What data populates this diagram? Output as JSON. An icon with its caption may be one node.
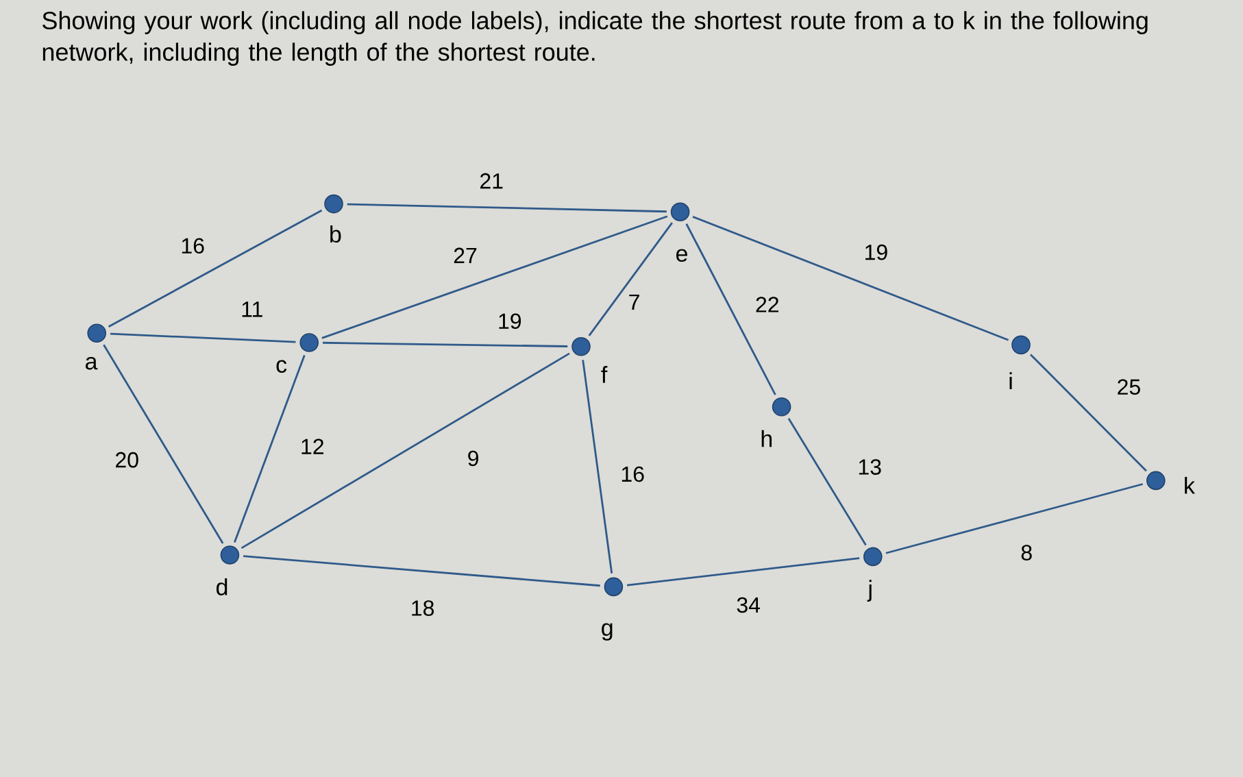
{
  "diagram": {
    "title": "Showing your work (including all node labels), indicate the shortest route from a to k in the following network, including the length of the shortest route.",
    "nodes": [
      {
        "text": [],
        "shape": "circle",
        "beside": [
          "a"
        ]
      },
      {
        "text": [],
        "shape": "circle",
        "beside": [
          "b"
        ]
      },
      {
        "text": [],
        "shape": "circle",
        "beside": [
          "c"
        ]
      },
      {
        "text": [],
        "shape": "circle",
        "beside": [
          "d"
        ]
      },
      {
        "text": [],
        "shape": "circle",
        "beside": [
          "e"
        ]
      },
      {
        "text": [],
        "shape": "circle",
        "beside": [
          "f"
        ]
      },
      {
        "text": [],
        "shape": "circle",
        "beside": [
          "g"
        ]
      },
      {
        "text": [],
        "shape": "circle",
        "beside": [
          "h"
        ]
      },
      {
        "text": [],
        "shape": "circle",
        "beside": [
          "i"
        ]
      },
      {
        "text": [],
        "shape": "circle",
        "beside": [
          "j"
        ]
      },
      {
        "text": [],
        "shape": "circle",
        "beside": [
          "k"
        ]
      }
    ],
    "edges": [
      {
        "from": 0,
        "to": 1,
        "arrow": "none",
        "label": "16"
      },
      {
        "from": 0,
        "to": 2,
        "arrow": "none",
        "label": "11"
      },
      {
        "from": 0,
        "to": 3,
        "arrow": "none",
        "label": "20"
      },
      {
        "from": 1,
        "to": 4,
        "arrow": "none",
        "label": "21"
      },
      {
        "from": 2,
        "to": 4,
        "arrow": "none",
        "label": "27"
      },
      {
        "from": 2,
        "to": 5,
        "arrow": "none",
        "label": "19"
      },
      {
        "from": 2,
        "to": 3,
        "arrow": "none",
        "label": "12"
      },
      {
        "from": 3,
        "to": 5,
        "arrow": "none",
        "label": "9"
      },
      {
        "from": 3,
        "to": 6,
        "arrow": "none",
        "label": "18"
      },
      {
        "from": 4,
        "to": 5,
        "arrow": "none",
        "label": "7"
      },
      {
        "from": 4,
        "to": 7,
        "arrow": "none",
        "label": "22"
      },
      {
        "from": 4,
        "to": 8,
        "arrow": "none",
        "label": "19"
      },
      {
        "from": 5,
        "to": 6,
        "arrow": "none",
        "label": "16"
      },
      {
        "from": 7,
        "to": 9,
        "arrow": "none",
        "label": "13"
      },
      {
        "from": 6,
        "to": 9,
        "arrow": "none",
        "label": "34"
      },
      {
        "from": 8,
        "to": 10,
        "arrow": "none",
        "label": "25"
      },
      {
        "from": 9,
        "to": 10,
        "arrow": "none",
        "label": "8"
      }
    ]
  }
}
